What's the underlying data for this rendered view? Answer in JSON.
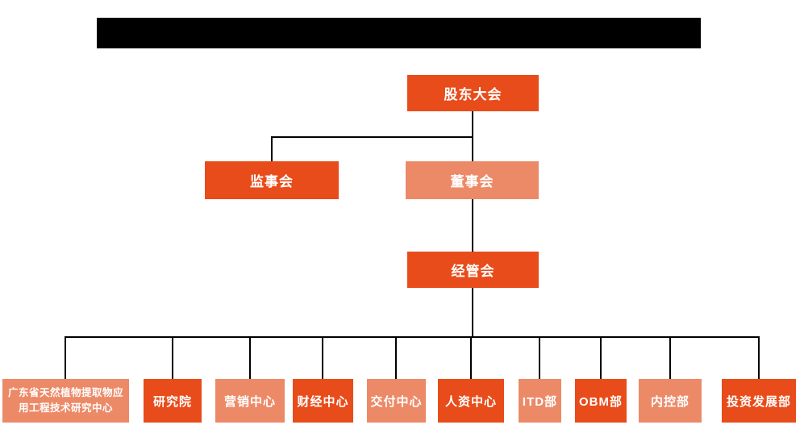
{
  "colors": {
    "primary_orange": "#E84C1A",
    "light_orange": "#EC8A68",
    "connector_black": "#000000",
    "redaction_black": "#000000",
    "background": "#FFFFFF",
    "node_text": "#FFFFFF"
  },
  "org_chart": {
    "nodes": {
      "shareholders": {
        "label": "股东大会",
        "variant": "dark"
      },
      "supervisory": {
        "label": "监事会",
        "variant": "dark"
      },
      "board": {
        "label": "董事会",
        "variant": "light"
      },
      "management": {
        "label": "经管会",
        "variant": "dark"
      }
    },
    "departments": [
      {
        "label": "广东省天然植物提取物应用工程技术研究中心",
        "variant": "light"
      },
      {
        "label": "研究院",
        "variant": "dark"
      },
      {
        "label": "营销中心",
        "variant": "light"
      },
      {
        "label": "财经中心",
        "variant": "dark"
      },
      {
        "label": "交付中心",
        "variant": "light"
      },
      {
        "label": "人资中心",
        "variant": "dark"
      },
      {
        "label": "ITD部",
        "variant": "light"
      },
      {
        "label": "OBM部",
        "variant": "dark"
      },
      {
        "label": "内控部",
        "variant": "light"
      },
      {
        "label": "投资发展部",
        "variant": "dark"
      }
    ]
  }
}
